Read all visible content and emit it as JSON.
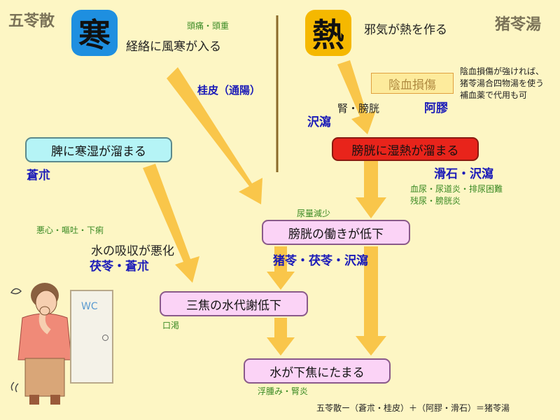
{
  "corner_left": "五苓散",
  "corner_right": "猪苓湯",
  "left_badge": {
    "char": "寒",
    "color": "#1e8fe0"
  },
  "right_badge": {
    "char": "熱",
    "color": "#f5b800"
  },
  "cold_symptom": "頭痛・頭重",
  "cold_caption": "経絡に風寒が入る",
  "heat_caption": "邪気が熱を作る",
  "yin_box": "陰血損傷",
  "yin_note": [
    "陰血損傷が強ければ、",
    "猪苓湯合四物湯を使う",
    "補血薬で代用も可"
  ],
  "keihi": "桂皮（通陽）",
  "kidney": "腎・膀胱",
  "takusha_top": "沢瀉",
  "akyo": "阿膠",
  "spleen_box": "脾に寒湿が溜まる",
  "soujutsu": "蒼朮",
  "bladder_box": "膀胱に湿熱が溜まる",
  "kasseki": "滑石・沢瀉",
  "uro_symptoms": [
    "血尿・尿道炎・排尿困難",
    "残尿・膀胱炎"
  ],
  "urine_less": "尿量減少",
  "bladder_work_box": "膀胱の働きが低下",
  "nausea": "悪心・嘔吐・下痢",
  "absorb": "水の吸収が悪化",
  "bukuryo_soujutsu": "茯苓・蒼朮",
  "chorei_set": "猪苓・茯苓・沢瀉",
  "sanshou_box": "三焦の水代謝低下",
  "thirst": "口渇",
  "water_box": "水が下焦にたまる",
  "edema": "浮腫み・腎炎",
  "formula": "五苓散ー（蒼朮・桂皮）＋（阿膠・滑石）＝猪苓湯",
  "wc_label": "WC",
  "colors": {
    "arrow": "#f9c64a",
    "spleen_box": "#b5f4f6",
    "bladder_box": "#e8241b",
    "yin_box": "#fdeb9c",
    "divider": "#8a6a2a",
    "green_text": "#3a8a24",
    "blue_text": "#1a1ab8"
  }
}
